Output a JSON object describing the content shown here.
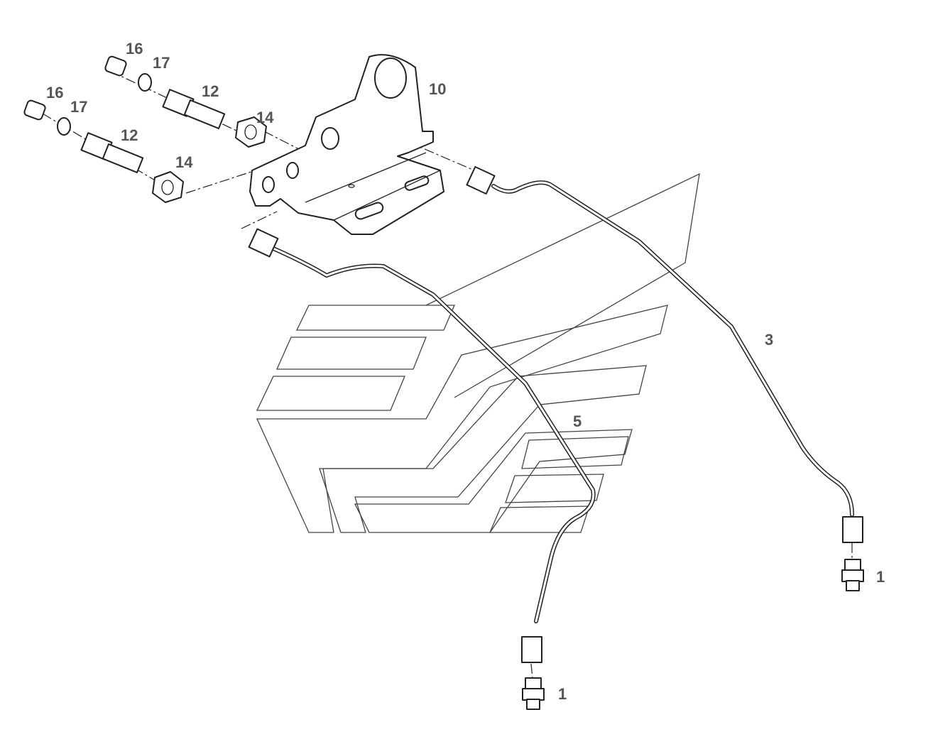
{
  "diagram": {
    "callouts": {
      "washer_top": "16",
      "seal_top": "17",
      "fitting_top": "12",
      "nut_top": "14",
      "washer_bottom": "16",
      "seal_bottom": "17",
      "fitting_bottom": "12",
      "nut_bottom": "14",
      "bracket": "10",
      "pipe_right": "3",
      "pipe_left": "5",
      "connector_right": "1",
      "connector_left": "1"
    },
    "colors": {
      "label": "#555555",
      "line": "#222222",
      "background": "#ffffff"
    }
  }
}
